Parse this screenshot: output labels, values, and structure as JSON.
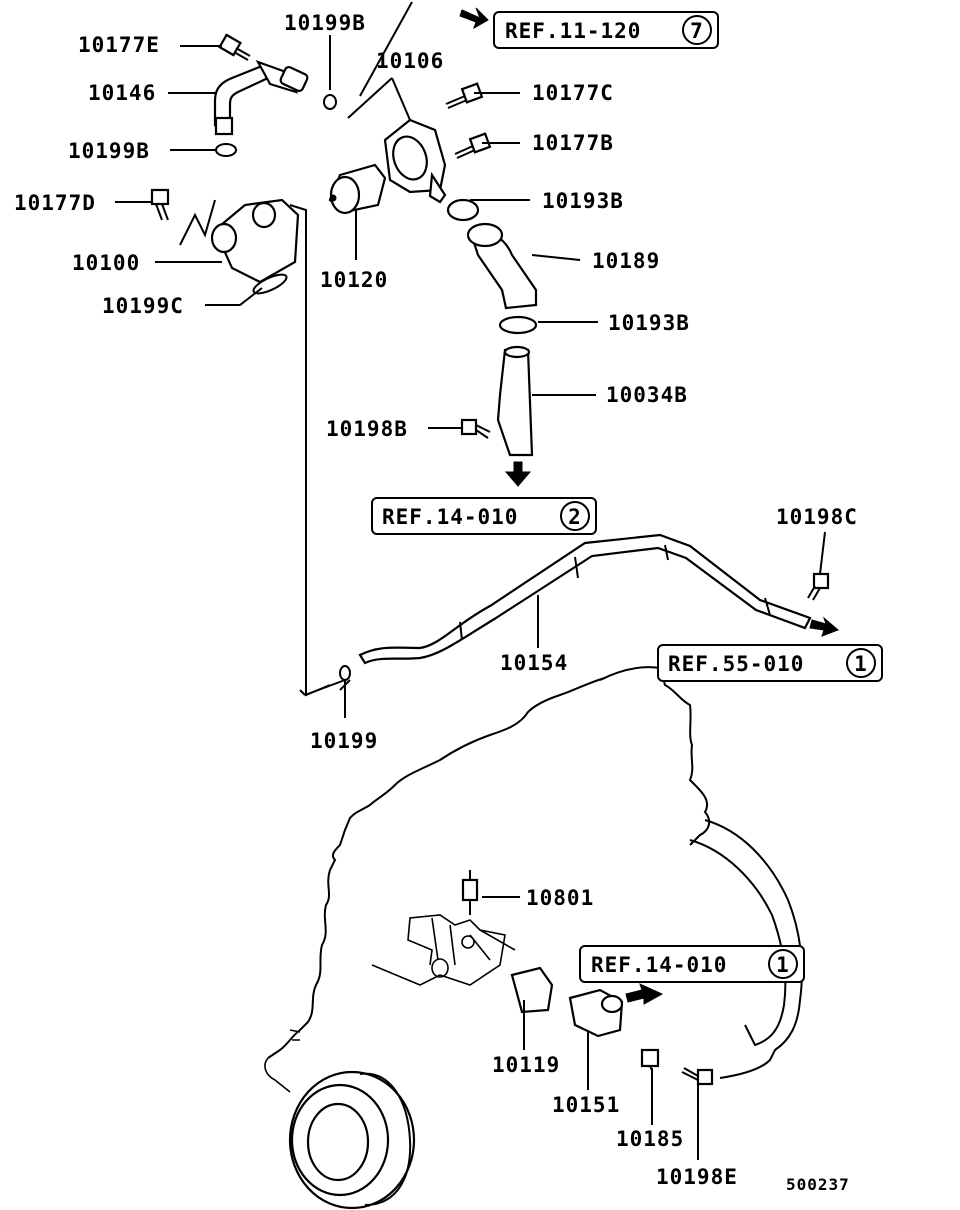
{
  "labels": {
    "p10177E": "10177E",
    "p10199B_top": "10199B",
    "p10146": "10146",
    "p10106": "10106",
    "p10199B_mid": "10199B",
    "p10177C": "10177C",
    "p10177B": "10177B",
    "p10193B_top": "10193B",
    "p10177D": "10177D",
    "p10189": "10189",
    "p10100": "10100",
    "p10120": "10120",
    "p10199C": "10199C",
    "p10193B_low": "10193B",
    "p10034B": "10034B",
    "p10198B": "10198B",
    "p10198C": "10198C",
    "p10154": "10154",
    "p10199": "10199",
    "p10801": "10801",
    "p10119": "10119",
    "p10151": "10151",
    "p10185": "10185",
    "p10198E": "10198E"
  },
  "refs": {
    "ref_11_120": {
      "text": "REF.11-120",
      "num": "7"
    },
    "ref_14_010_a": {
      "text": "REF.14-010",
      "num": "2"
    },
    "ref_55_010": {
      "text": "REF.55-010",
      "num": "1"
    },
    "ref_14_010_b": {
      "text": "REF.14-010",
      "num": "1"
    }
  },
  "diagram_code": "500237"
}
